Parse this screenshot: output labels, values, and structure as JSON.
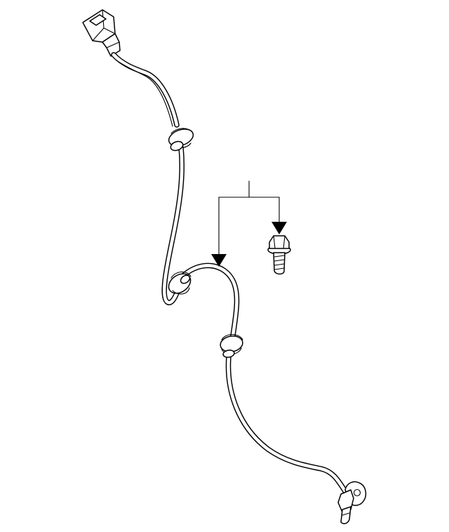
{
  "diagram": {
    "kind": "parts exploded view",
    "parts": [
      {
        "name": "abs-wheel-speed-sensor-harness",
        "callout": ""
      },
      {
        "name": "mounting-bolt",
        "callout": ""
      }
    ],
    "leader": {
      "callout_label": "",
      "targets": [
        "sensor-harness",
        "mounting-bolt"
      ]
    },
    "line_color": "#000000",
    "background": "#ffffff"
  }
}
